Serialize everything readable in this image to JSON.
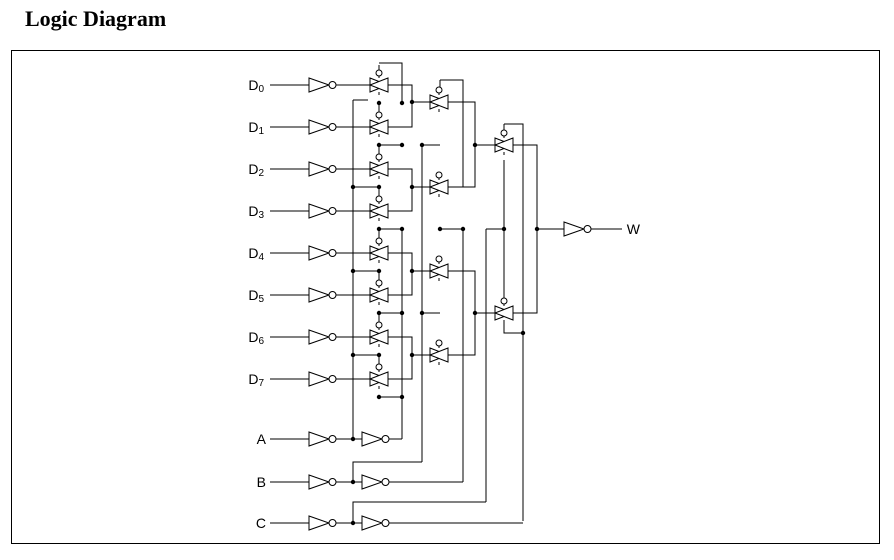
{
  "page": {
    "title": "Logic Diagram"
  },
  "diagram": {
    "data_inputs": [
      {
        "base": "D",
        "index": "0"
      },
      {
        "base": "D",
        "index": "1"
      },
      {
        "base": "D",
        "index": "2"
      },
      {
        "base": "D",
        "index": "3"
      },
      {
        "base": "D",
        "index": "4"
      },
      {
        "base": "D",
        "index": "5"
      },
      {
        "base": "D",
        "index": "6"
      },
      {
        "base": "D",
        "index": "7"
      }
    ],
    "select_inputs": [
      "A",
      "B",
      "C"
    ],
    "output": "W"
  }
}
